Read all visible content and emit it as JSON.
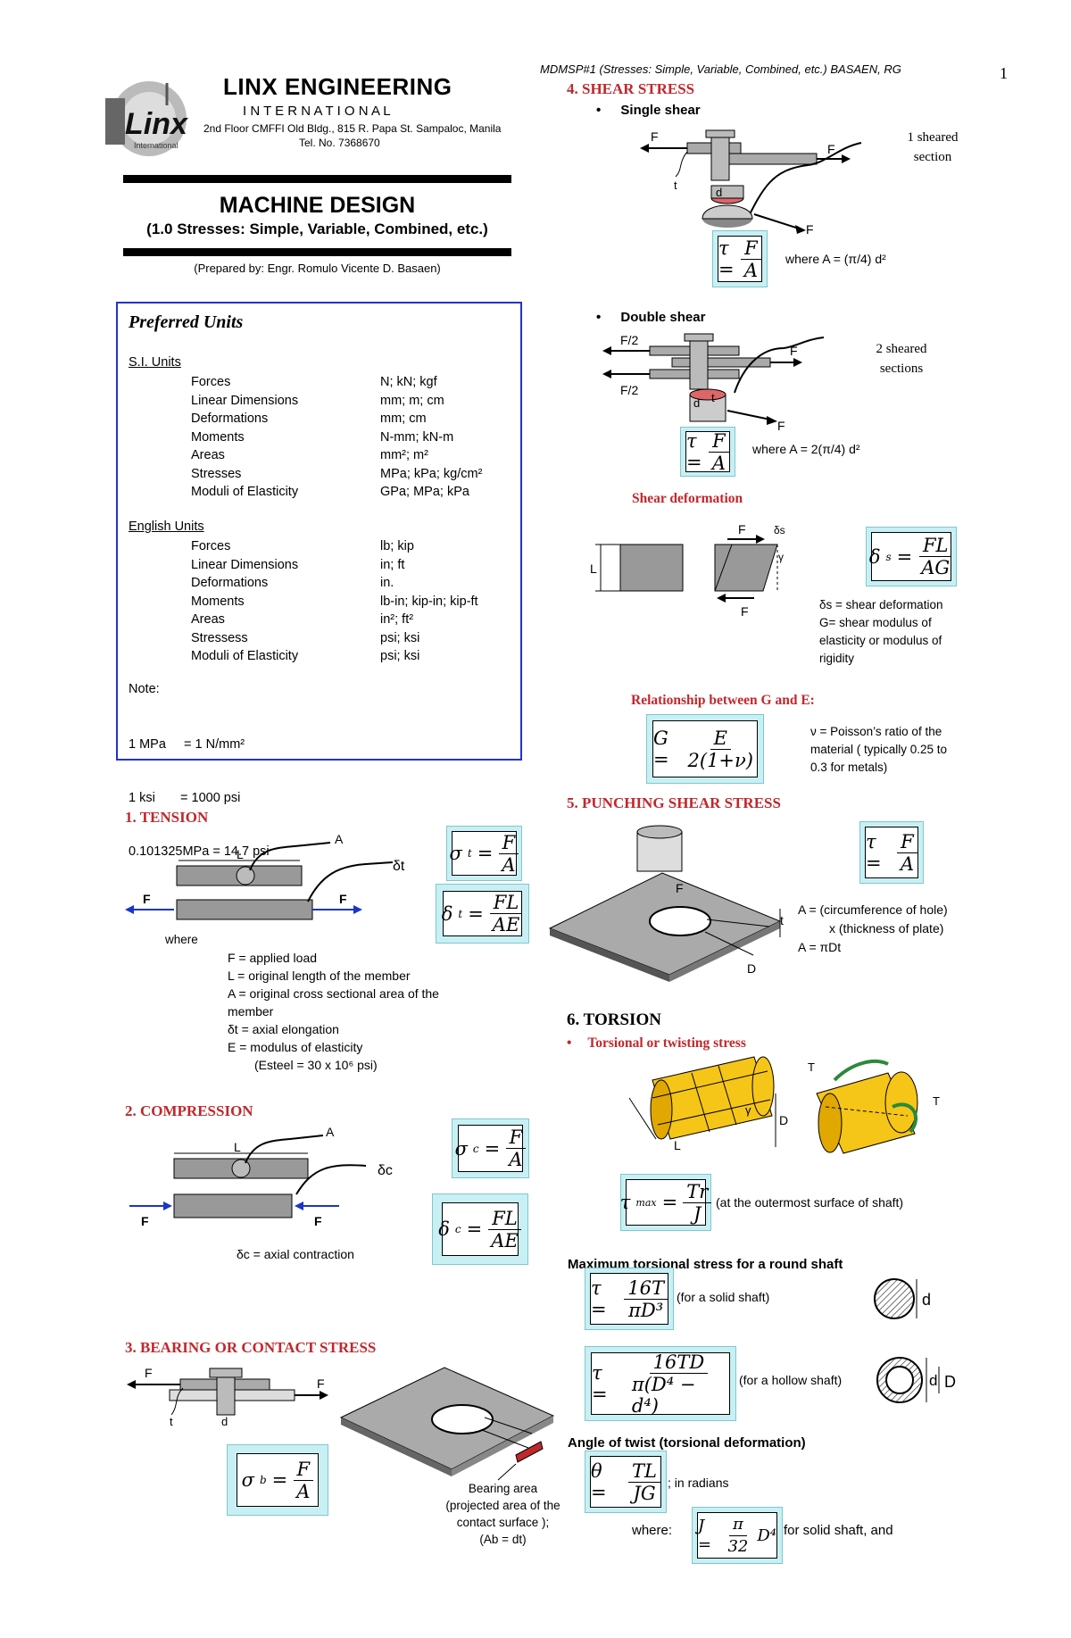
{
  "header_ref": "MDMSP#1 (Stresses: Simple, Variable, Combined, etc.) BASAEN, RG",
  "page_number": "1",
  "company": {
    "name": "LINX ENGINEERING",
    "sub": "I N T E R N A T I O N A L",
    "address": "2nd Floor CMFFI Old Bldg., 815 R. Papa St. Sampaloc, Manila",
    "tel": "Tel. No. 7368670",
    "logo_text": "Linx",
    "logo_sub": "International"
  },
  "title": "MACHINE DESIGN",
  "subtitle": "(1.0 Stresses: Simple, Variable, Combined, etc.)",
  "prepared_by": "(Prepared by: Engr. Romulo Vicente D. Basaen)",
  "units": {
    "heading": "Preferred Units",
    "si_heading": "S.I. Units",
    "si": [
      {
        "k": "Forces",
        "v": "N;  kN; kgf"
      },
      {
        "k": "Linear Dimensions",
        "v": "mm; m; cm"
      },
      {
        "k": "Deformations",
        "v": "mm; cm"
      },
      {
        "k": "Moments",
        "v": "N-mm; kN-m"
      },
      {
        "k": "Areas",
        "v": "mm²; m²"
      },
      {
        "k": "Stresses",
        "v": "MPa; kPa; kg/cm²"
      },
      {
        "k": "Moduli of Elasticity",
        "v": "GPa; MPa; kPa"
      }
    ],
    "en_heading": "English Units",
    "en": [
      {
        "k": "Forces",
        "v": "lb; kip"
      },
      {
        "k": "Linear Dimensions",
        "v": "in; ft"
      },
      {
        "k": "Deformations",
        "v": "in."
      },
      {
        "k": "Moments",
        "v": "lb-in; kip-in; kip-ft"
      },
      {
        "k": "Areas",
        "v": "in²; ft²"
      },
      {
        "k": "Stressess",
        "v": "psi; ksi"
      },
      {
        "k": "Moduli of Elasticity",
        "v": "psi; ksi"
      }
    ],
    "note_heading": "Note:",
    "notes": [
      "1 MPa     = 1 N/mm²",
      "1 ksi       = 1000 psi",
      "0.101325MPa = 14.7 psi"
    ]
  },
  "tension": {
    "heading": "1. TENSION",
    "where": "where",
    "defs": [
      "F = applied load",
      "L = original length of the member",
      "A = original cross sectional area of the member",
      "δt = axial elongation",
      "E = modulus of elasticity",
      "(Esteel = 30 x 10⁶ psi)"
    ],
    "labels": {
      "L": "L",
      "A": "A",
      "F": "F",
      "delta": "δt"
    }
  },
  "compression": {
    "heading": "2. COMPRESSION",
    "def": "δc = axial contraction",
    "labels": {
      "L": "L",
      "A": "A",
      "F": "F",
      "delta": "δc"
    }
  },
  "bearing": {
    "heading": "3. BEARING OR CONTACT STRESS",
    "caption": [
      "Bearing area",
      "(projected area of the",
      "contact surface );",
      "(Ab = dt)"
    ],
    "labels": {
      "F": "F",
      "t": "t",
      "d": "d"
    }
  },
  "shear": {
    "heading": "4. SHEAR STRESS",
    "single": "Single shear",
    "single_note": [
      "1 sheared",
      "section"
    ],
    "single_where": "where  A = (π/4) d²",
    "double": "Double shear",
    "double_note": [
      "2 sheared",
      "sections"
    ],
    "double_where": "where  A = 2(π/4) d²",
    "deform_heading": "Shear deformation",
    "deform_defs": [
      "δs =   shear deformation",
      "G=  shear  modulus  of",
      "elasticity  or  modulus  of",
      "rigidity"
    ],
    "rel_heading": "Relationship between G and E:",
    "rel_defs": [
      "ν = Poisson’s ratio of the",
      "material ( typically 0.25 to",
      "0.3 for metals)"
    ],
    "labels": {
      "F": "F",
      "F2": "F/2",
      "t": "t",
      "d": "d",
      "L": "L",
      "ds": "δs",
      "g": "γ"
    }
  },
  "punching": {
    "heading": "5. PUNCHING SHEAR STRESS",
    "defs": [
      "A = (circumference of hole)",
      "x  (thickness of plate)",
      "A = πDt"
    ],
    "labels": {
      "F": "F",
      "t": "t",
      "D": "D"
    }
  },
  "torsion": {
    "heading": "6. TORSION",
    "bullet": "Torsional or twisting stress",
    "outer_note": "(at the outermost surface of shaft)",
    "max_heading": "Maximum torsional stress for a round shaft",
    "solid_note": "(for a solid shaft)",
    "hollow_note": "(for a hollow shaft)",
    "twist_heading": "Angle of twist (torsional deformation)",
    "twist_note": "; in radians",
    "where": "where:",
    "j_note": "for solid shaft, and",
    "labels": {
      "T": "T",
      "L": "L",
      "D": "D",
      "d": "d",
      "g": "γ"
    }
  },
  "colors": {
    "accent_red": "#c0282d",
    "formula_bg": "#c8f0f4",
    "box_border": "#2233cc",
    "arrow_blue": "#1a35c8",
    "shaft_yellow": "#f5c518"
  }
}
